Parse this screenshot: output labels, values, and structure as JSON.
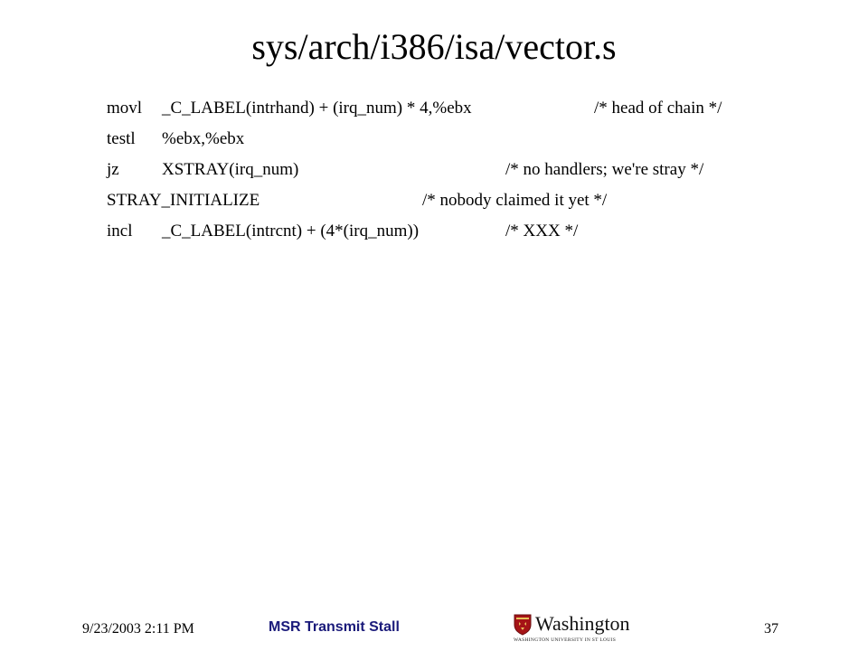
{
  "slide": {
    "title": "sys/arch/i386/isa/vector.s",
    "lines": [
      {
        "op": "movl",
        "arg": "_C_LABEL(intrhand) + (irq_num) * 4,%ebx",
        "comment": "/* head of chain */"
      },
      {
        "op": "testl",
        "arg": "%ebx,%ebx",
        "comment": ""
      },
      {
        "op": "jz",
        "arg": "XSTRAY(irq_num)",
        "comment": "/* no handlers; we're stray */"
      },
      {
        "op": "STRAY_INITIALIZE",
        "arg": "",
        "comment": "/* nobody claimed it yet */"
      },
      {
        "op": "incl",
        "arg": "_C_LABEL(intrcnt) + (4*(irq_num))",
        "comment": "/* XXX */"
      }
    ]
  },
  "footer": {
    "date": "9/23/2003 2:11 PM",
    "title": "MSR Transmit Stall",
    "page_number": "37",
    "logo_wordmark": "Washington",
    "logo_tagline": "WASHINGTON UNIVERSITY IN ST LOUIS"
  },
  "colors": {
    "footer_title": "#1a1a7a",
    "logo_shield": "#a51417"
  }
}
